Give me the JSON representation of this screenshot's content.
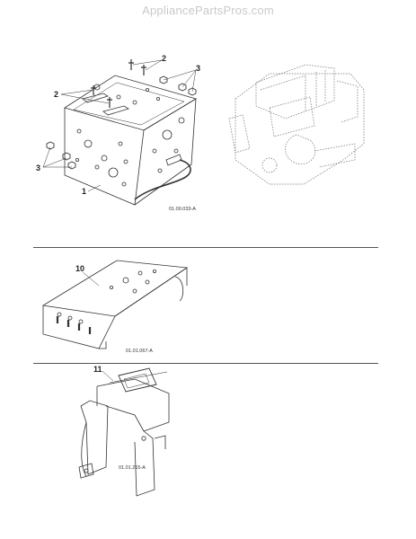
{
  "watermark": "AppliancePartsPros.com",
  "sections": [
    {
      "id": "engine-mount",
      "callouts": [
        "1",
        "2",
        "2",
        "3",
        "3"
      ],
      "figure_code": "01.00.033-A"
    },
    {
      "id": "bracket",
      "callouts": [
        "10"
      ],
      "figure_code": "01.01.067-A"
    },
    {
      "id": "cover",
      "callouts": [
        "11"
      ],
      "figure_code": "01.01.215-A"
    }
  ],
  "colors": {
    "line": "#333333",
    "dashed": "#777777",
    "divider": "#555555",
    "watermark": "#c9c9c9"
  }
}
